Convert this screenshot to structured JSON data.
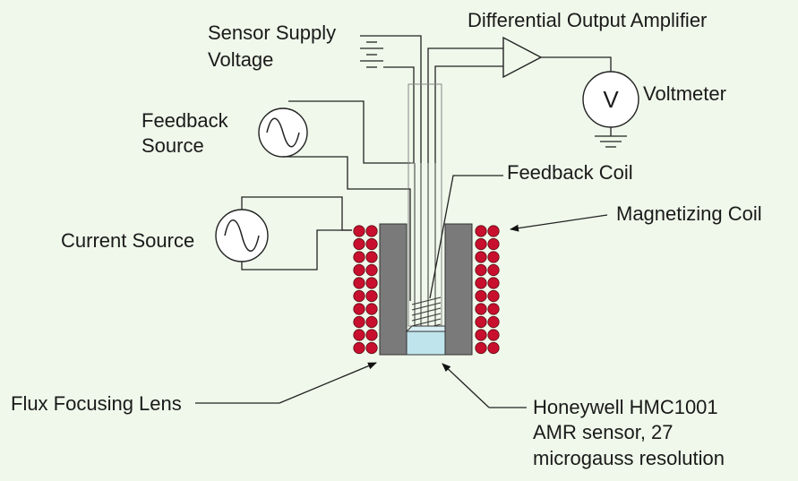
{
  "labels": {
    "sensor_supply_1": "Sensor Supply",
    "sensor_supply_2": "Voltage",
    "amplifier": "Differential Output Amplifier",
    "voltmeter": "Voltmeter",
    "voltmeter_symbol": "V",
    "feedback_source_1": "Feedback",
    "feedback_source_2": "Source",
    "feedback_coil": "Feedback Coil",
    "magnetizing_coil": "Magnetizing Coil",
    "current_source": "Current Source",
    "flux_lens": "Flux Focusing Lens",
    "sensor_1": "Honeywell HMC1001",
    "sensor_2": "AMR sensor, 27",
    "sensor_3": "microgauss resolution"
  },
  "colors": {
    "background": "#eff8ea",
    "coil_turn": "#c8102e",
    "lens": "#7a7a7a",
    "sensor_chip": "#bfe4ec"
  },
  "magnetizing_coil": {
    "turns_per_side": 10
  }
}
